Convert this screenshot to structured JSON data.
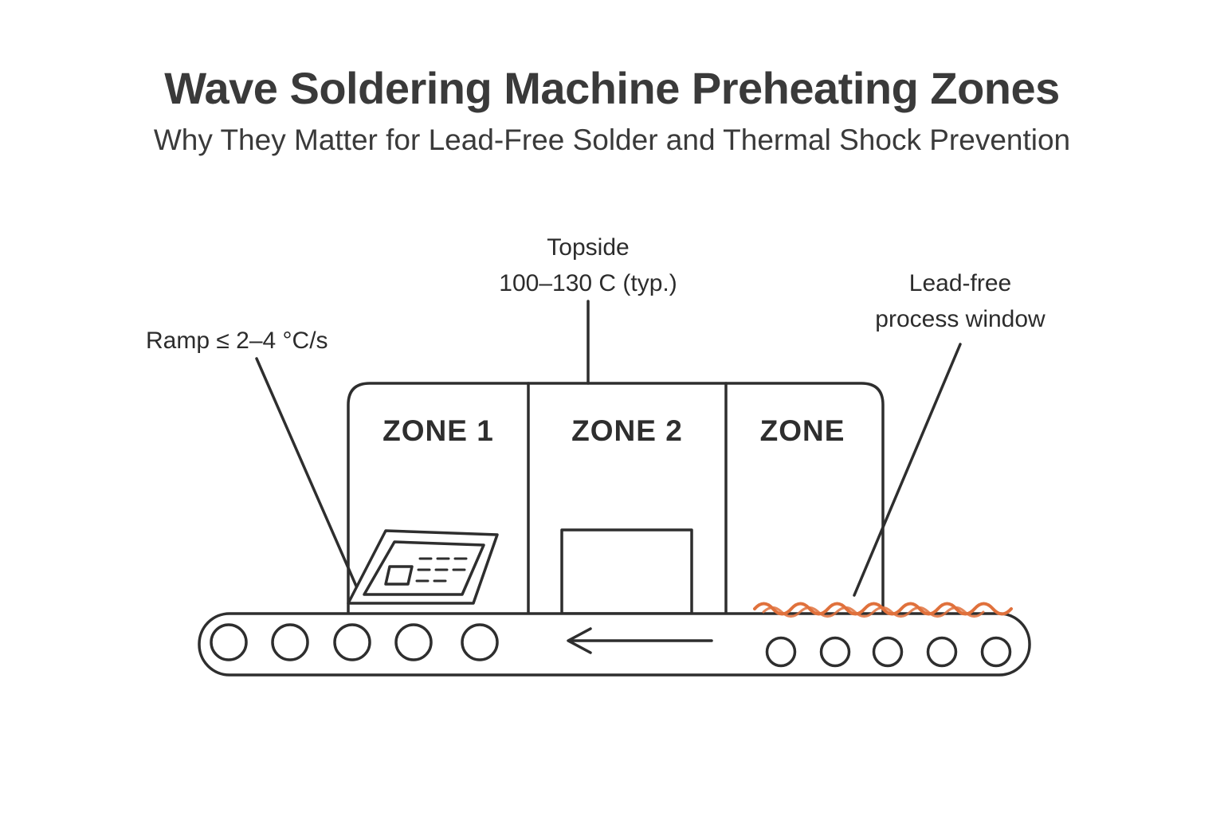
{
  "title": "Wave Soldering Machine Preheating Zones",
  "subtitle": "Why They Matter for Lead-Free Solder and Thermal Shock Prevention",
  "labels": {
    "ramp": "Ramp ≤ 2–4 °C/s",
    "topside_line1": "Topside",
    "topside_line2": "100–130 C (typ.)",
    "leadfree_line1": "Lead-free",
    "leadfree_line2": "process window"
  },
  "zones": [
    {
      "label": "ZONE 1"
    },
    {
      "label": "ZONE 2"
    },
    {
      "label": "ZONE"
    }
  ],
  "colors": {
    "line": "#2e2e2e",
    "wave": "#e0713c",
    "text": "#3a3a3a",
    "background": "#ffffff"
  }
}
